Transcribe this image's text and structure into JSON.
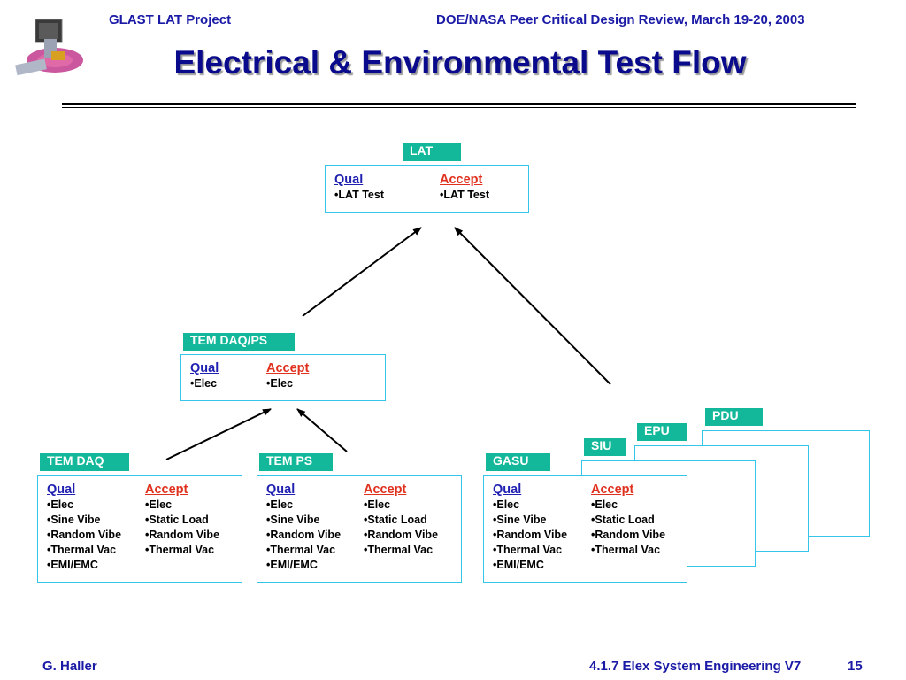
{
  "header": {
    "project": "GLAST LAT Project",
    "review": "DOE/NASA Peer Critical Design Review, March 19-20, 2003"
  },
  "title": "Electrical & Environmental Test Flow",
  "footer": {
    "author": "G. Haller",
    "section": "4.1.7 Elex System Engineering V7",
    "page": "15"
  },
  "nodes": {
    "lat": {
      "tag": "LAT",
      "qual_label": "Qual",
      "accept_label": "Accept",
      "qual": [
        "•LAT Test"
      ],
      "accept": [
        "•LAT Test"
      ]
    },
    "tem_daq_ps": {
      "tag": "TEM DAQ/PS",
      "qual_label": "Qual",
      "accept_label": "Accept",
      "qual": [
        "•Elec"
      ],
      "accept": [
        "•Elec"
      ]
    },
    "tem_daq": {
      "tag": "TEM DAQ",
      "qual_label": "Qual",
      "accept_label": "Accept",
      "qual": [
        "•Elec",
        "•Sine Vibe",
        "•Random Vibe",
        "•Thermal Vac",
        "•EMI/EMC"
      ],
      "accept": [
        "•Elec",
        "•Static Load",
        "•Random Vibe",
        "•Thermal Vac"
      ]
    },
    "tem_ps": {
      "tag": "TEM PS",
      "qual_label": "Qual",
      "accept_label": "Accept",
      "qual": [
        "•Elec",
        "•Sine Vibe",
        "•Random Vibe",
        "•Thermal Vac",
        "•EMI/EMC"
      ],
      "accept": [
        "•Elec",
        "•Static Load",
        "•Random Vibe",
        "•Thermal Vac"
      ]
    },
    "gasu": {
      "tag": "GASU",
      "qual_label": "Qual",
      "accept_label": "Accept",
      "qual": [
        "•Elec",
        "•Sine Vibe",
        "•Random Vibe",
        "•Thermal Vac",
        "•EMI/EMC"
      ],
      "accept": [
        "•Elec",
        "•Static Load",
        "•Random Vibe",
        "•Thermal Vac"
      ]
    },
    "siu": {
      "tag": "SIU"
    },
    "epu": {
      "tag": "EPU"
    },
    "pdu": {
      "tag": "PDU"
    }
  },
  "colors": {
    "tag_bg": "#12b899",
    "box_border": "#35c5e8",
    "qual": "#1f1fb0",
    "accept": "#e0301e",
    "header_text": "#1a1aa6"
  },
  "icons": {
    "logo": "glast-satellite-logo"
  }
}
